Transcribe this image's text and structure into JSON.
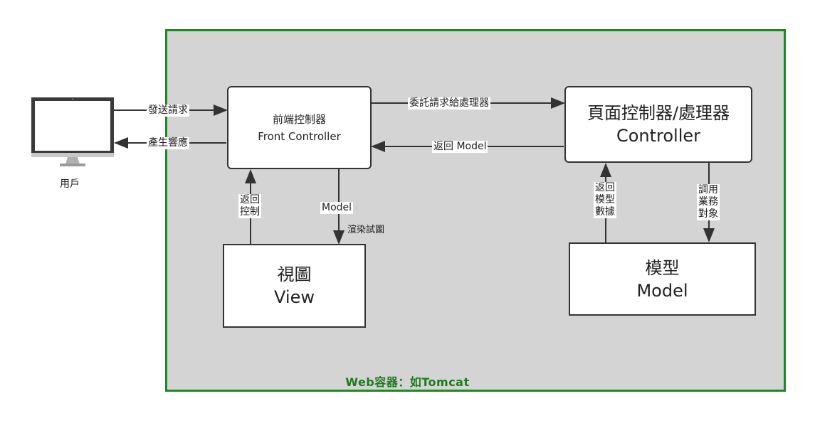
{
  "container": {
    "label": "Web容器：如Tomcat",
    "border_color": "#1d8a1d",
    "fill_color": "#d4d4d4"
  },
  "user": {
    "label": "用戶",
    "icon": "desktop-monitor-icon"
  },
  "front_controller": {
    "line1": "前端控制器",
    "line2": "Front Controller"
  },
  "page_controller": {
    "line1": "頁面控制器/處理器",
    "line2": "Controller"
  },
  "view": {
    "line1": "視圖",
    "line2": "View"
  },
  "model": {
    "line1": "模型",
    "line2": "Model"
  },
  "edges": {
    "send_request": "發送請求",
    "produce_response": "產生響應",
    "delegate_request": "委託請求給處理器",
    "return_model": "返回 Model",
    "return_control_1": "返回",
    "return_control_2": "控制",
    "model_label": "Model",
    "render_view": "渲染試圖",
    "return_model_data_1": "返回",
    "return_model_data_2": "模型",
    "return_model_data_3": "數據",
    "call_business_1": "調用",
    "call_business_2": "業務",
    "call_business_3": "對象"
  }
}
